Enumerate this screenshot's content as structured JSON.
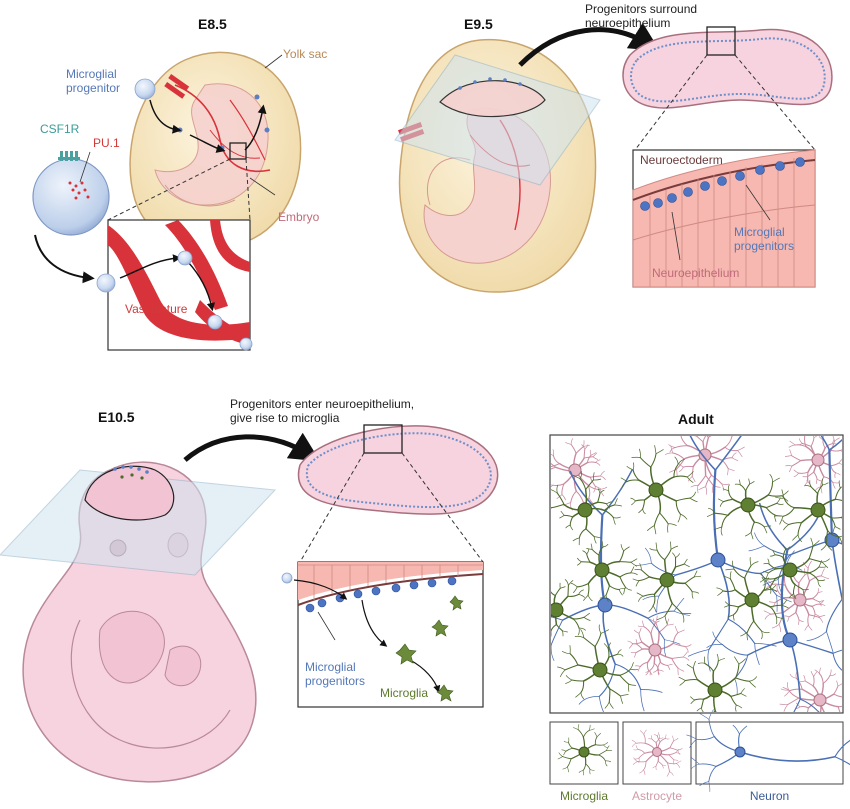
{
  "stages": {
    "e85": "E8.5",
    "e95": "E9.5",
    "e105": "E10.5",
    "adult": "Adult"
  },
  "labels": {
    "yolk_sac": "Yolk sac",
    "microglial_progenitor_1": "Microglial",
    "microglial_progenitor_2": "progenitor",
    "csf1r": "CSF1R",
    "pu1": "PU.1",
    "embryo": "Embryo",
    "vasculature": "Vasculature",
    "surround_1": "Progenitors surround",
    "surround_2": "neuroepithelium",
    "neuroectoderm": "Neuroectoderm",
    "mp_e95_1": "Microglial",
    "mp_e95_2": "progenitors",
    "neuroepithelium": "Neuroepithelium",
    "enter_1": "Progenitors enter neuroepithelium,",
    "enter_2": "give rise to microglia",
    "mp_e105_1": "Microglial",
    "mp_e105_2": "progenitors",
    "microglia_inset": "Microglia"
  },
  "legend": {
    "microglia": "Microglia",
    "astrocyte": "Astrocyte",
    "neuron": "Neuron"
  },
  "colors": {
    "yolk": "#f5e2b8",
    "embryo_pink": "#f7d3df",
    "vessel_red": "#d8323a",
    "progenitor_blue": "#5b7fc5",
    "microglia_green": "#4d6b2a",
    "astrocyte_pink": "#c98aa0",
    "neuron_blue": "#4a6fb5",
    "neuroepithelium": "#f6b8b0",
    "slice_glass": "#cfe3ef"
  }
}
